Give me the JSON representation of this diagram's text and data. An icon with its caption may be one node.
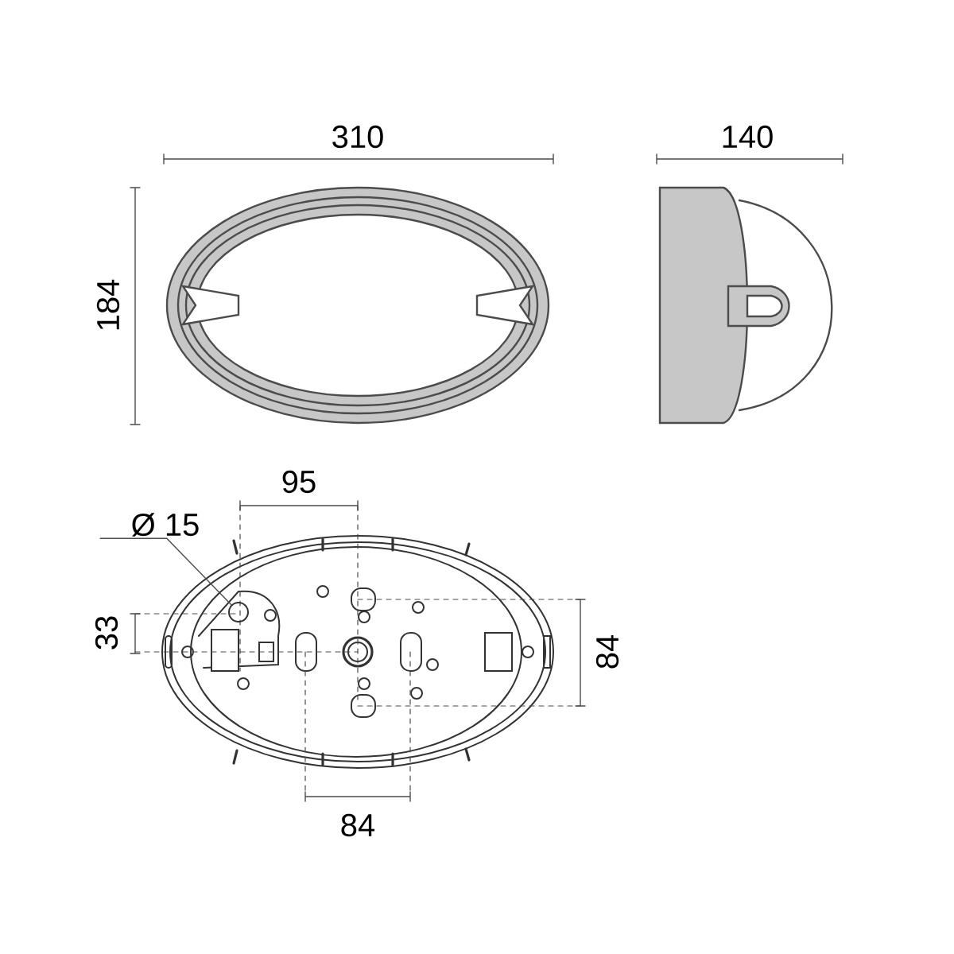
{
  "diagram": {
    "nodes": [
      {
        "text": [
          "Ø 15"
        ]
      },
      {
        "text": [],
        "shape": "circle"
      }
    ],
    "edges": [
      {
        "from": 0,
        "to": 1,
        "arrow": "none"
      }
    ],
    "labels": [
      "310",
      "140",
      "184",
      "95",
      "33",
      "84",
      "84"
    ]
  }
}
